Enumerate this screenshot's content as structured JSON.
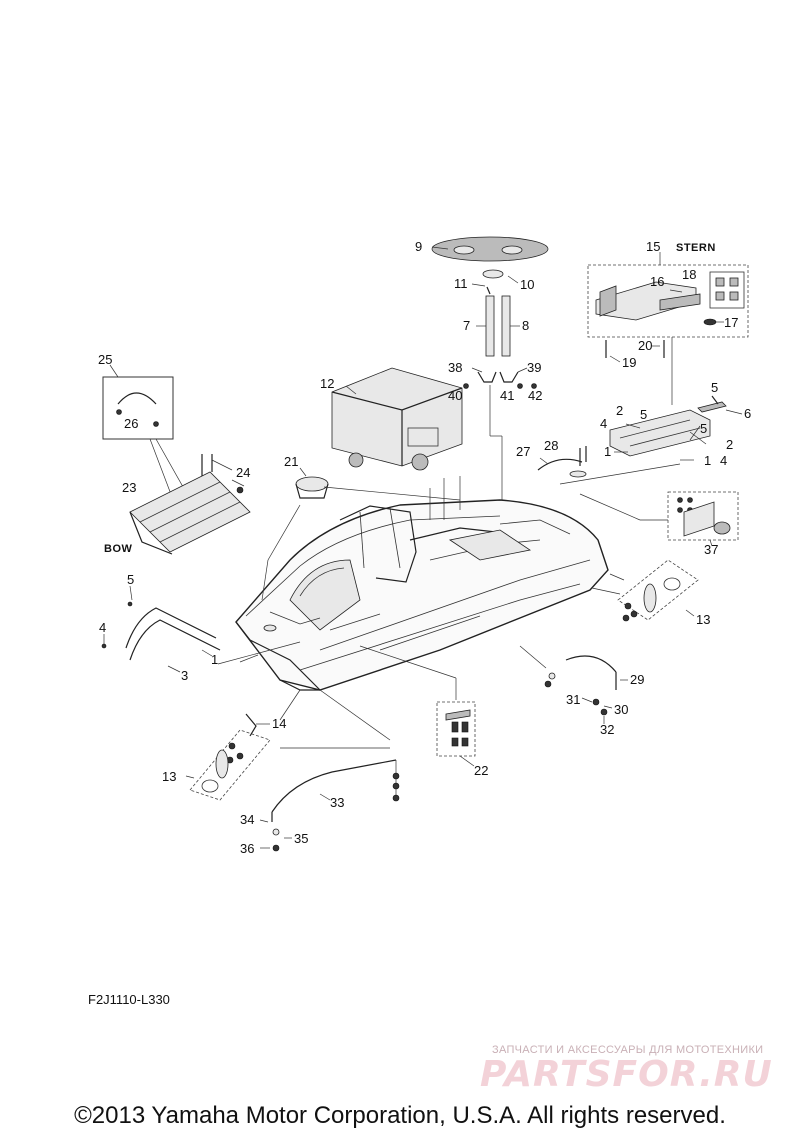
{
  "diagram": {
    "callouts": [
      "1",
      "2",
      "3",
      "4",
      "5",
      "6",
      "7",
      "8",
      "9",
      "10",
      "11",
      "12",
      "13",
      "14",
      "15",
      "16",
      "17",
      "18",
      "19",
      "20",
      "21",
      "22",
      "23",
      "24",
      "25",
      "26",
      "27",
      "28",
      "29",
      "30",
      "31",
      "32",
      "33",
      "34",
      "35",
      "36",
      "37",
      "38",
      "39",
      "40",
      "41",
      "42"
    ],
    "captions": {
      "stern": "STERN",
      "bow": "BOW"
    },
    "drawing_code": "F2J1110-L330"
  },
  "watermark": {
    "subtitle": "ЗАПЧАСТИ И АКСЕССУАРЫ ДЛЯ МОТОТЕХНИКИ",
    "logo": "PARTSFOR.RU"
  },
  "footer": {
    "copyright": "©2013 Yamaha Motor Corporation, U.S.A. All rights reserved."
  }
}
